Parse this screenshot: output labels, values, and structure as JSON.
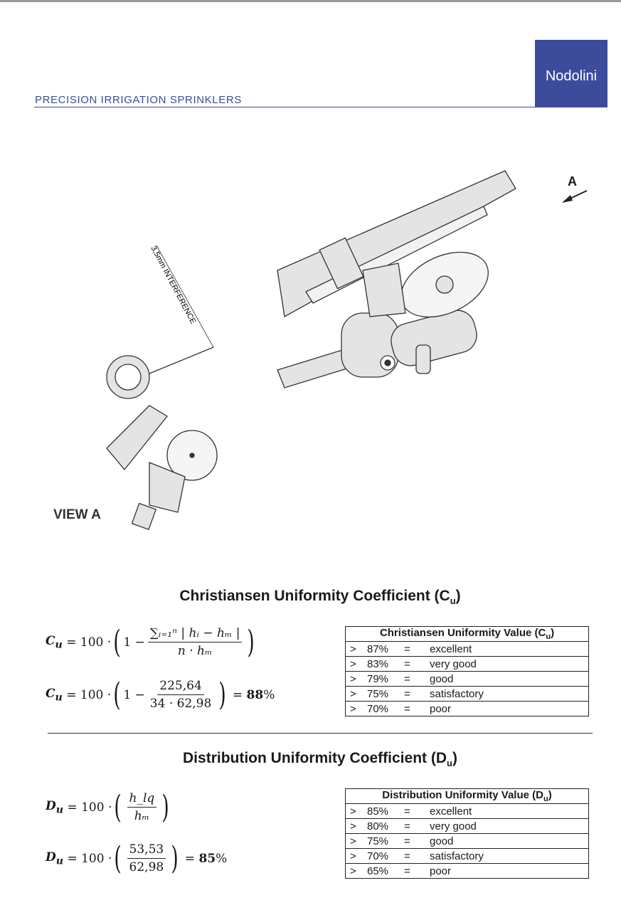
{
  "header": {
    "subtitle": "PRECISION IRRIGATION SPRINKLERS",
    "logo": "Nodolini",
    "brand_color": "#3c4b9a"
  },
  "drawing": {
    "arrow_label": "A",
    "view_label": "VIEW A",
    "dimension_note": "3,5mm INTERFERENCE"
  },
  "cu": {
    "title": "Christiansen Uniformity Coefficient (C",
    "title_sub": "u",
    "title_end": ")",
    "formula_lhs": "C",
    "formula_lhs_sub": "u",
    "eq": "= 100 ·",
    "one_minus": "1 −",
    "general_num": "∑ᵢ₌₁ⁿ | hᵢ − hₘ |",
    "general_den": "n · hₘ",
    "num": "225,64",
    "den": "34 · 62,98",
    "result_eq": "=",
    "result": "88",
    "result_unit": "%",
    "table_header": "Christiansen Uniformity Value (C",
    "table_header_sub": "u",
    "rows": [
      {
        "sym": ">",
        "pct": "87%",
        "eq": "=",
        "label": "excellent"
      },
      {
        "sym": ">",
        "pct": "83%",
        "eq": "=",
        "label": "very good"
      },
      {
        "sym": ">",
        "pct": "79%",
        "eq": "=",
        "label": "good"
      },
      {
        "sym": ">",
        "pct": "75%",
        "eq": "=",
        "label": "satisfactory"
      },
      {
        "sym": ">",
        "pct": "70%",
        "eq": "=",
        "label": "poor"
      }
    ]
  },
  "du": {
    "title": "Distribution Uniformity Coefficient (D",
    "title_sub": "u",
    "title_end": ")",
    "formula_lhs": "D",
    "formula_lhs_sub": "u",
    "eq": "= 100 ·",
    "general_num": "h_lq",
    "general_den": "hₘ",
    "num": "53,53",
    "den": "62,98",
    "result_eq": "=",
    "result": "85",
    "result_unit": "%",
    "table_header": "Distribution Uniformity Value (D",
    "table_header_sub": "u",
    "rows": [
      {
        "sym": ">",
        "pct": "85%",
        "eq": "=",
        "label": "excellent"
      },
      {
        "sym": ">",
        "pct": "80%",
        "eq": "=",
        "label": "very good"
      },
      {
        "sym": ">",
        "pct": "75%",
        "eq": "=",
        "label": "good"
      },
      {
        "sym": ">",
        "pct": "70%",
        "eq": "=",
        "label": "satisfactory"
      },
      {
        "sym": ">",
        "pct": "65%",
        "eq": "=",
        "label": "poor"
      }
    ]
  }
}
